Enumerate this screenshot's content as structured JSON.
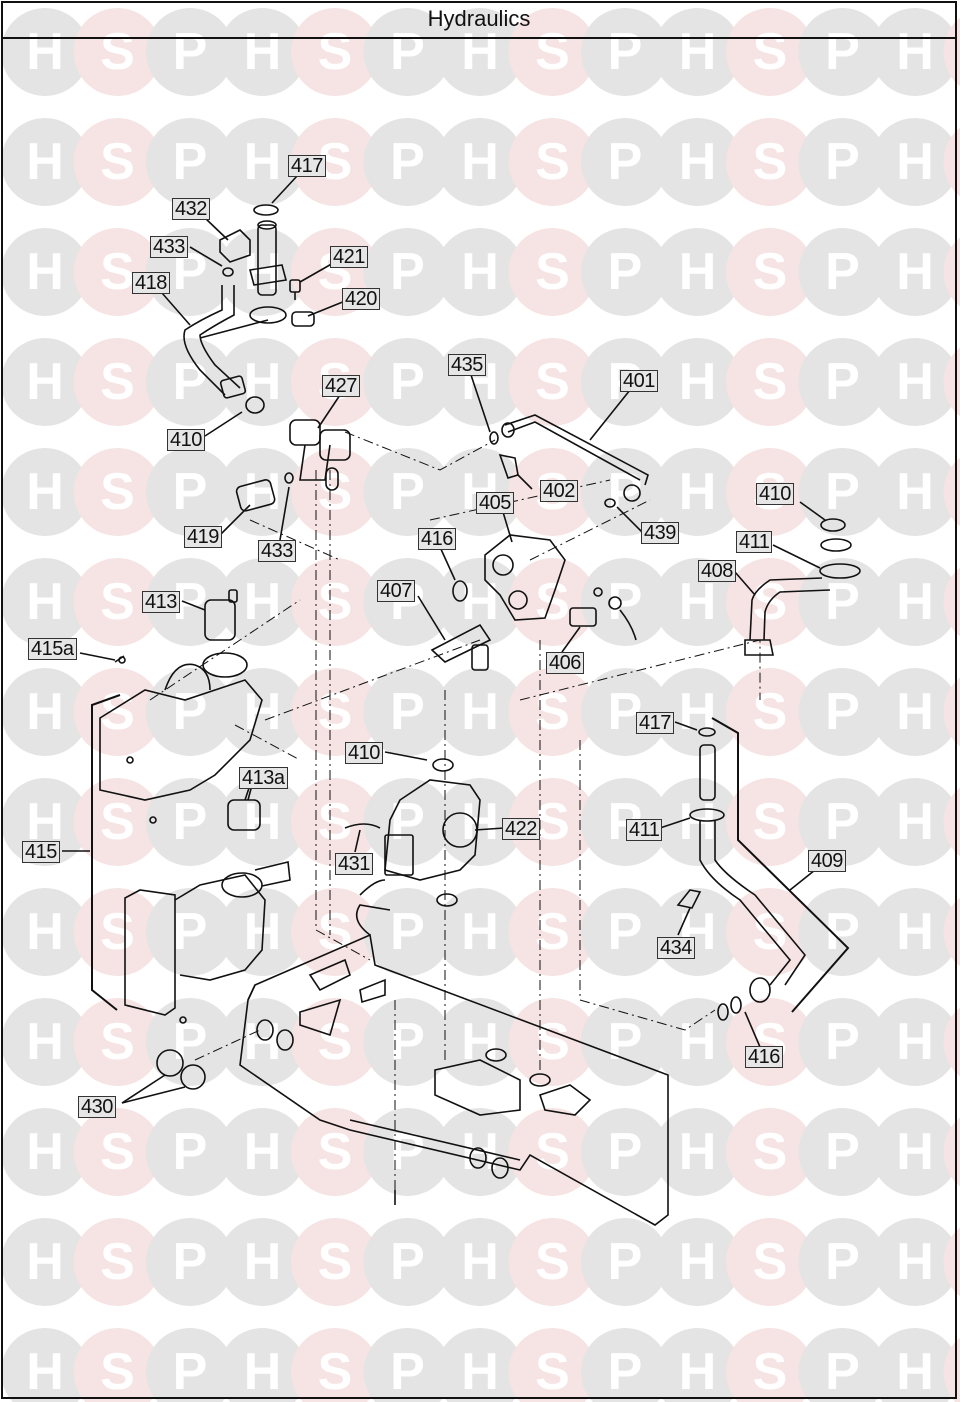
{
  "header": {
    "title": "Hydraulics"
  },
  "watermark": {
    "letters": [
      "H",
      "S",
      "P"
    ],
    "colors": {
      "H": "#e4e4e4",
      "S": "#f6e3e3",
      "P": "#e4e4e4"
    }
  },
  "diagram": {
    "line_color": "#111111",
    "label_bg": "#e6e6e6",
    "labels": [
      {
        "id": "lbl-417-top",
        "text": "417"
      },
      {
        "id": "lbl-432",
        "text": "432"
      },
      {
        "id": "lbl-433-top",
        "text": "433"
      },
      {
        "id": "lbl-421",
        "text": "421"
      },
      {
        "id": "lbl-418",
        "text": "418"
      },
      {
        "id": "lbl-420",
        "text": "420"
      },
      {
        "id": "lbl-435",
        "text": "435"
      },
      {
        "id": "lbl-401",
        "text": "401"
      },
      {
        "id": "lbl-427",
        "text": "427"
      },
      {
        "id": "lbl-410-left",
        "text": "410"
      },
      {
        "id": "lbl-402",
        "text": "402"
      },
      {
        "id": "lbl-405",
        "text": "405"
      },
      {
        "id": "lbl-439",
        "text": "439"
      },
      {
        "id": "lbl-410-right",
        "text": "410"
      },
      {
        "id": "lbl-419",
        "text": "419"
      },
      {
        "id": "lbl-433-bottom",
        "text": "433"
      },
      {
        "id": "lbl-416-mid",
        "text": "416"
      },
      {
        "id": "lbl-411-top",
        "text": "411"
      },
      {
        "id": "lbl-408",
        "text": "408"
      },
      {
        "id": "lbl-413",
        "text": "413"
      },
      {
        "id": "lbl-407",
        "text": "407"
      },
      {
        "id": "lbl-406",
        "text": "406"
      },
      {
        "id": "lbl-415a",
        "text": "415a"
      },
      {
        "id": "lbl-417-bottom",
        "text": "417"
      },
      {
        "id": "lbl-410-mid",
        "text": "410"
      },
      {
        "id": "lbl-413a",
        "text": "413a"
      },
      {
        "id": "lbl-422",
        "text": "422"
      },
      {
        "id": "lbl-411-bottom",
        "text": "411"
      },
      {
        "id": "lbl-415",
        "text": "415"
      },
      {
        "id": "lbl-431",
        "text": "431"
      },
      {
        "id": "lbl-409",
        "text": "409"
      },
      {
        "id": "lbl-434",
        "text": "434"
      },
      {
        "id": "lbl-416-bottom",
        "text": "416"
      },
      {
        "id": "lbl-430",
        "text": "430"
      }
    ]
  }
}
